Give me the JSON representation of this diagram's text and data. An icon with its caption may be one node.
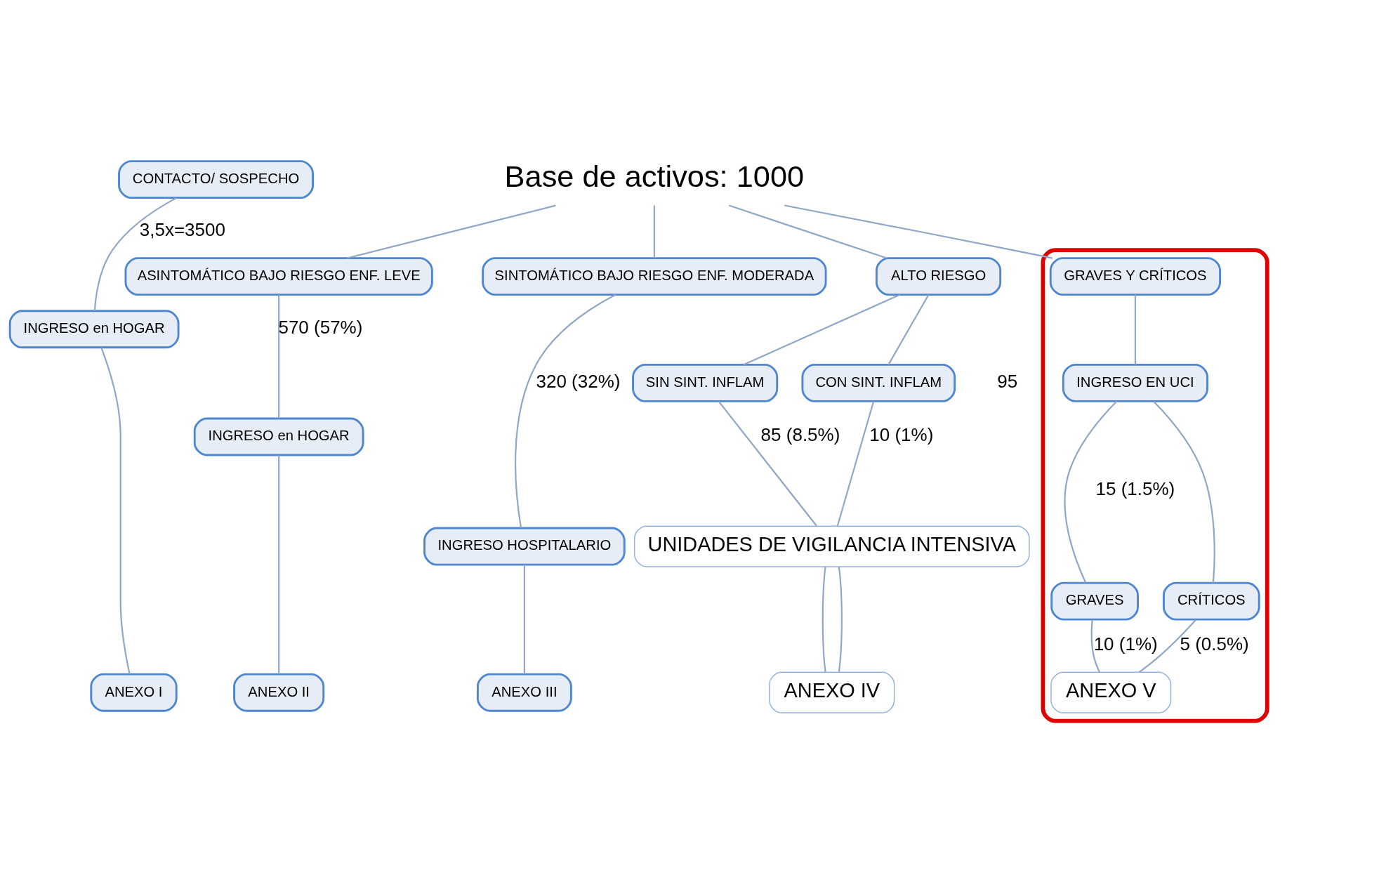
{
  "diagram": {
    "nodes": [
      {
        "text": [
          "Base de activos: 1000"
        ]
      },
      {
        "text": [
          "CONTACTO/ SOSPECHO"
        ]
      },
      {
        "text": [
          "INGRESO en HOGAR"
        ]
      },
      {
        "text": [
          "ANEXO I"
        ]
      },
      {
        "text": [
          "ASINTOMÁTICO BAJO RIESGO ENF. LEVE"
        ]
      },
      {
        "text": [
          "INGRESO en HOGAR"
        ]
      },
      {
        "text": [
          "ANEXO II"
        ]
      },
      {
        "text": [
          "SINTOMÁTICO BAJO RIESGO ENF. MODERADA"
        ]
      },
      {
        "text": [
          "INGRESO HOSPITALARIO"
        ]
      },
      {
        "text": [
          "ANEXO III"
        ]
      },
      {
        "text": [
          "ALTO RIESGO"
        ]
      },
      {
        "text": [
          "SIN SINT. INFLAM"
        ]
      },
      {
        "text": [
          "CON SINT. INFLAM"
        ]
      },
      {
        "text": [
          "UNIDADES DE VIGILANCIA INTENSIVA"
        ]
      },
      {
        "text": [
          "ANEXO IV"
        ]
      },
      {
        "text": [],
        "shape": "box"
      },
      {
        "text": [
          "GRAVES Y CRÍTICOS"
        ],
        "in": 15
      },
      {
        "text": [
          "INGRESO EN UCI"
        ],
        "in": 15
      },
      {
        "text": [
          "GRAVES"
        ],
        "in": 15
      },
      {
        "text": [
          "CRÍTICOS"
        ],
        "in": 15
      },
      {
        "text": [
          "ANEXO V"
        ],
        "in": 15
      }
    ],
    "edges": [
      {
        "from": 0,
        "to": 4,
        "arrow": "none"
      },
      {
        "from": 0,
        "to": 7,
        "arrow": "none"
      },
      {
        "from": 0,
        "to": 10,
        "arrow": "none"
      },
      {
        "from": 0,
        "to": 16,
        "arrow": "none"
      },
      {
        "from": 1,
        "to": 2,
        "arrow": "none",
        "label": "3,5x=3500"
      },
      {
        "from": 2,
        "to": 3,
        "arrow": "none"
      },
      {
        "from": 4,
        "to": 5,
        "arrow": "none",
        "label": "570 (57%)"
      },
      {
        "from": 5,
        "to": 6,
        "arrow": "none"
      },
      {
        "from": 7,
        "to": 8,
        "arrow": "none",
        "label": "320 (32%)"
      },
      {
        "from": 8,
        "to": 9,
        "arrow": "none"
      },
      {
        "from": 10,
        "to": 11,
        "arrow": "none"
      },
      {
        "from": 10,
        "to": 12,
        "arrow": "none"
      },
      {
        "from": 11,
        "to": 13,
        "arrow": "none",
        "label": "85 (8.5%)"
      },
      {
        "from": 12,
        "to": 13,
        "arrow": "none",
        "label": "10 (1%)"
      },
      {
        "from": 13,
        "to": 14,
        "arrow": "none"
      },
      {
        "from": 13,
        "to": 14,
        "arrow": "none"
      },
      {
        "from": 16,
        "to": 17,
        "arrow": "none"
      },
      {
        "from": 17,
        "to": 18,
        "arrow": "none"
      },
      {
        "from": 17,
        "to": 19,
        "arrow": "none"
      },
      {
        "from": 18,
        "to": 20,
        "arrow": "none",
        "label": "10 (1%)"
      },
      {
        "from": 19,
        "to": 20,
        "arrow": "none",
        "label": "5 (0.5%)"
      }
    ],
    "labels": [
      "95",
      "15 (1.5%)"
    ]
  }
}
